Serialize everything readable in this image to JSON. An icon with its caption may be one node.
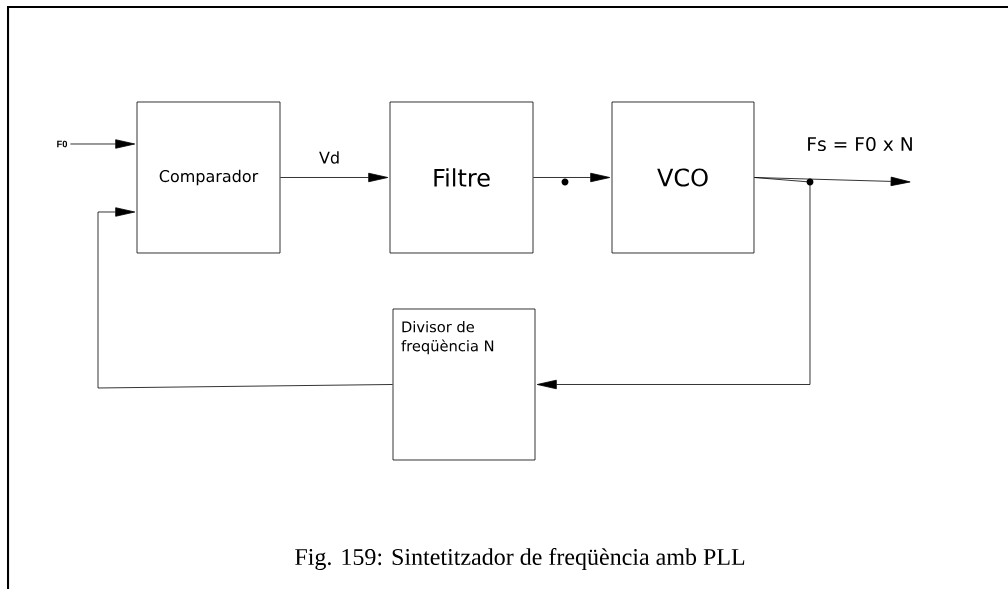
{
  "diagram": {
    "caption": "Fig. 159: Sintetitzador de freqüència amb PLL",
    "nodes": [
      {
        "text": [
          "F0"
        ]
      },
      {
        "text": [
          "Comparador"
        ]
      },
      {
        "text": [
          "Filtre"
        ]
      },
      {
        "text": [
          "VCO"
        ]
      },
      {
        "text": [
          "Divisor de freqüència N"
        ]
      }
    ],
    "edges": [
      {
        "from": 0,
        "to": 1,
        "arrow": "to"
      },
      {
        "from": 1,
        "to": 2,
        "arrow": "to",
        "label": "Vd"
      },
      {
        "from": 2,
        "to": 3,
        "arrow": "to"
      },
      {
        "from": 3,
        "to": null,
        "arrow": "to",
        "label": "Fs = F0 x N"
      },
      {
        "from": 3,
        "to": 4,
        "arrow": "to"
      },
      {
        "from": 4,
        "to": 1,
        "arrow": "to"
      }
    ]
  }
}
